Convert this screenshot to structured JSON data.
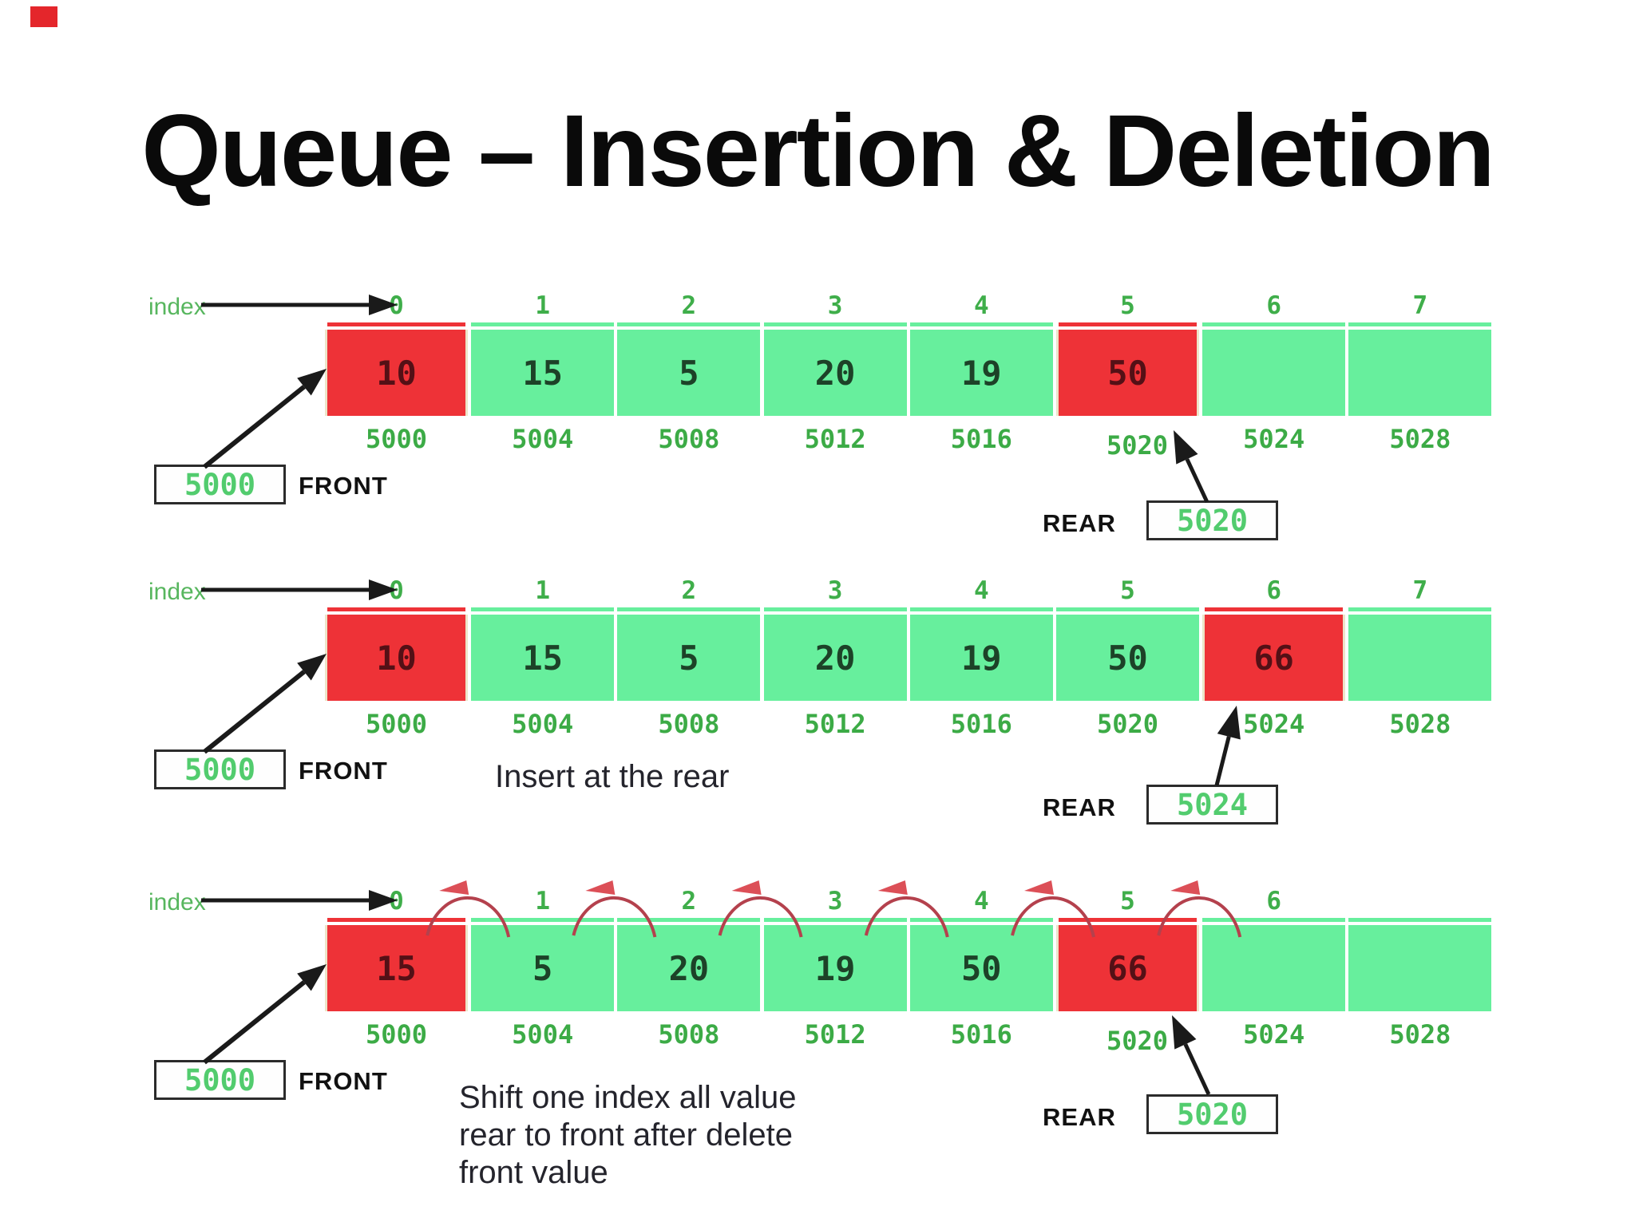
{
  "page": {
    "title": "Queue – Insertion & Deletion"
  },
  "decoration": {
    "corner_mark_color": "#e4262b"
  },
  "labels": {
    "index": "index",
    "front": "FRONT",
    "rear": "REAR"
  },
  "colors": {
    "cell_green": "#67ef9d",
    "cell_red": "#ee3237",
    "index_text_green": "#3fae4a",
    "address_text_green": "#3cab46",
    "box_value_green": "#52cc6e",
    "value_on_green": "#1d4228",
    "value_on_red": "#541016",
    "arc_red": "#b4414d",
    "arc_arrowhead_red": "#dc4f57",
    "arrow_black": "#1a1a1a"
  },
  "diagrams": [
    {
      "name": "initial-queue",
      "indices": [
        "0",
        "1",
        "2",
        "3",
        "4",
        "5",
        "6",
        "7"
      ],
      "cells": [
        {
          "value": "10",
          "highlight": true
        },
        {
          "value": "15",
          "highlight": false
        },
        {
          "value": "5",
          "highlight": false
        },
        {
          "value": "20",
          "highlight": false
        },
        {
          "value": "19",
          "highlight": false
        },
        {
          "value": "50",
          "highlight": true
        },
        {
          "value": "",
          "highlight": false
        },
        {
          "value": "",
          "highlight": false
        }
      ],
      "addresses": [
        "5000",
        "5004",
        "5008",
        "5012",
        "5016",
        "5020",
        "5024",
        "5028"
      ],
      "front_value": "5000",
      "rear_value": "5020",
      "caption": ""
    },
    {
      "name": "after-insert-at-rear",
      "indices": [
        "0",
        "1",
        "2",
        "3",
        "4",
        "5",
        "6",
        "7"
      ],
      "cells": [
        {
          "value": "10",
          "highlight": true
        },
        {
          "value": "15",
          "highlight": false
        },
        {
          "value": "5",
          "highlight": false
        },
        {
          "value": "20",
          "highlight": false
        },
        {
          "value": "19",
          "highlight": false
        },
        {
          "value": "50",
          "highlight": false
        },
        {
          "value": "66",
          "highlight": true
        },
        {
          "value": "",
          "highlight": false
        }
      ],
      "addresses": [
        "5000",
        "5004",
        "5008",
        "5012",
        "5016",
        "5020",
        "5024",
        "5028"
      ],
      "front_value": "5000",
      "rear_value": "5024",
      "caption": "Insert at the rear"
    },
    {
      "name": "after-delete-and-shift",
      "indices": [
        "0",
        "1",
        "2",
        "3",
        "4",
        "5",
        "6"
      ],
      "cells": [
        {
          "value": "15",
          "highlight": true
        },
        {
          "value": "5",
          "highlight": false
        },
        {
          "value": "20",
          "highlight": false
        },
        {
          "value": "19",
          "highlight": false
        },
        {
          "value": "50",
          "highlight": false
        },
        {
          "value": "66",
          "highlight": true
        },
        {
          "value": "",
          "highlight": false
        },
        {
          "value": "",
          "highlight": false
        }
      ],
      "addresses": [
        "5000",
        "5004",
        "5008",
        "5012",
        "5016",
        "5020",
        "5024",
        "5028"
      ],
      "front_value": "5000",
      "rear_value": "5020",
      "caption_lines": [
        "Shift one index all value",
        "rear to front after delete",
        "front value"
      ],
      "shift_arcs": 6
    }
  ]
}
